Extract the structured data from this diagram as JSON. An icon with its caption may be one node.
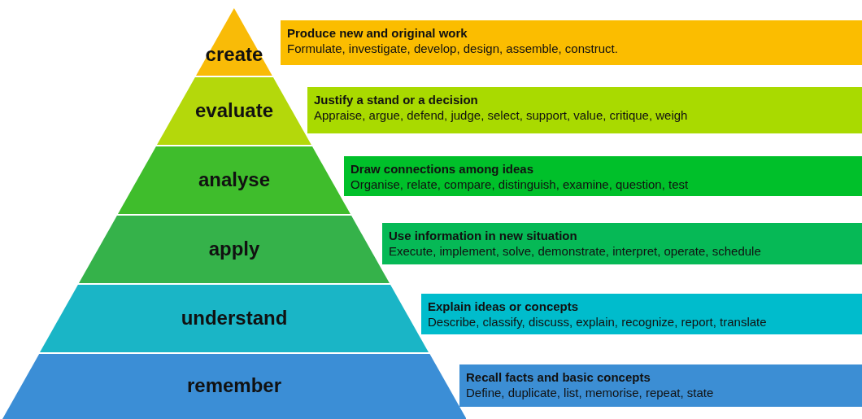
{
  "diagram": {
    "nodes": [
      {
        "text": [
          "create"
        ]
      },
      {
        "text": [
          "Produce new and original work",
          "Formulate, investigate, develop, design, assemble, construct."
        ]
      },
      {
        "text": [
          "evaluate"
        ]
      },
      {
        "text": [
          "Justify a stand or a decision",
          "Appraise, argue, defend, judge, select, support, value, critique, weigh"
        ]
      },
      {
        "text": [
          "analyse"
        ]
      },
      {
        "text": [
          "Draw connections among ideas",
          "Organise, relate, compare, distinguish, examine, question, test"
        ]
      },
      {
        "text": [
          "apply"
        ]
      },
      {
        "text": [
          "Use information in new situation",
          "Execute, implement, solve, demonstrate, interpret, operate, schedule"
        ]
      },
      {
        "text": [
          "understand"
        ]
      },
      {
        "text": [
          "Explain ideas or concepts",
          "Describe, classify, discuss, explain, recognize, report, translate"
        ]
      },
      {
        "text": [
          "remember"
        ]
      },
      {
        "text": [
          "Recall facts and basic concepts",
          "Define, duplicate, list, memorise, repeat, state"
        ]
      }
    ],
    "edges": []
  }
}
